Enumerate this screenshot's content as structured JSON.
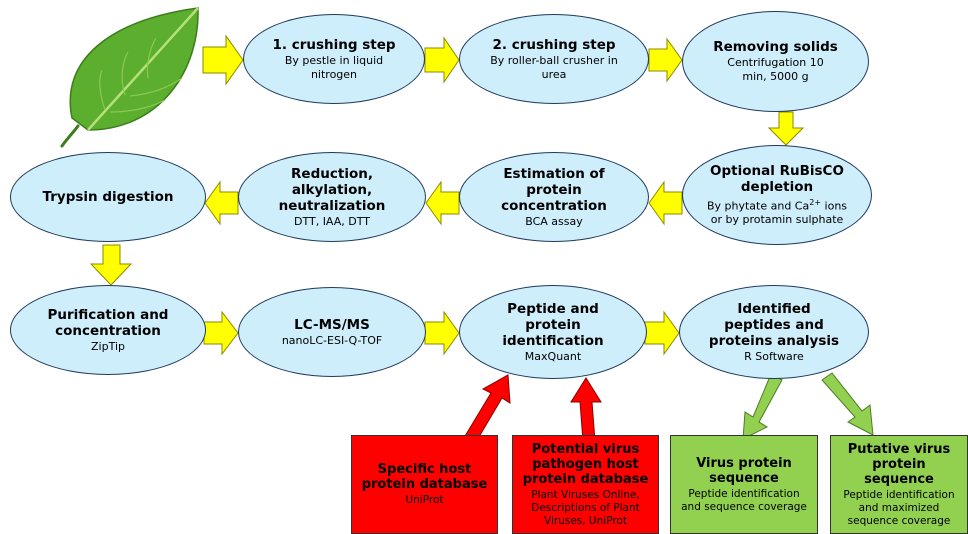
{
  "colors": {
    "ellipse_fill": "#cfeefc",
    "ellipse_border": "#1f3a5c",
    "flow_arrow": "#ffff00",
    "flow_arrow_outline": "#8a8a00",
    "database_box": "#ff0000",
    "output_box": "#92d050",
    "output_arrow": "#92d050",
    "leaf": "#5cae2e"
  },
  "icons": {
    "leaf": "leaf-icon"
  },
  "steps": [
    {
      "id": "crushing1",
      "title": "1. crushing step",
      "detail": "By pestle in liquid nitrogen"
    },
    {
      "id": "crushing2",
      "title": "2. crushing step",
      "detail": "By roller-ball crusher in urea"
    },
    {
      "id": "removing",
      "title": "Removing solids",
      "detail": "Centrifugation 10 min, 5000 g"
    },
    {
      "id": "rubisco",
      "title": "Optional RuBisCO depletion",
      "detail_parts": [
        "By phytate and Ca",
        "2+",
        " ions or by protamin sulphate"
      ]
    },
    {
      "id": "estimation",
      "title": "Estimation of protein concentration",
      "detail": "BCA assay"
    },
    {
      "id": "reduction",
      "title": "Reduction, alkylation, neutralization",
      "detail": "DTT, IAA, DTT"
    },
    {
      "id": "trypsin",
      "title": "Trypsin digestion",
      "detail": ""
    },
    {
      "id": "purification",
      "title": "Purification and concentration",
      "detail": "ZipTip"
    },
    {
      "id": "lcms",
      "title": "LC-MS/MS",
      "detail": "nanoLC-ESI-Q-TOF"
    },
    {
      "id": "peptide",
      "title": "Peptide and protein identification",
      "detail": "MaxQuant"
    },
    {
      "id": "identified",
      "title": "Identified peptides and proteins analysis",
      "detail": "R Software"
    }
  ],
  "databases": [
    {
      "id": "host-db",
      "title": "Specific host protein database",
      "detail": "UniProt"
    },
    {
      "id": "virus-db",
      "title": "Potential virus pathogen host protein database",
      "detail": "Plant Viruses Online, Descriptions of Plant Viruses,  UniProt"
    }
  ],
  "outputs": [
    {
      "id": "virus-seq",
      "title": "Virus protein sequence",
      "detail": "Peptide identification and sequence coverage"
    },
    {
      "id": "putative-seq",
      "title": "Putative virus protein sequence",
      "detail": "Peptide identification and maximized sequence coverage"
    }
  ]
}
